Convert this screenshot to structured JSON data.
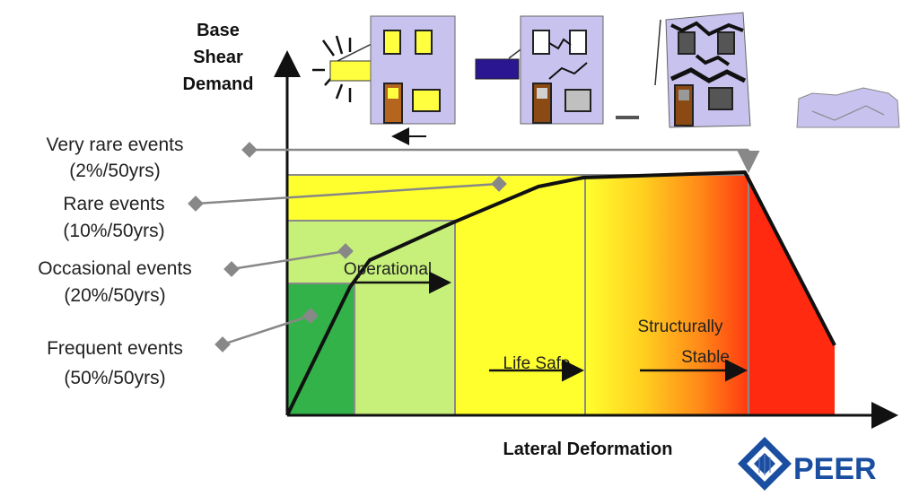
{
  "axes": {
    "y_title_lines": [
      "Base",
      "Shear",
      "Demand"
    ],
    "x_title": "Lateral Deformation"
  },
  "events": [
    {
      "name": "Very rare events",
      "freq": "(2%/50yrs)"
    },
    {
      "name": "Rare events",
      "freq": "(10%/50yrs)"
    },
    {
      "name": "Occasional events",
      "freq": "(20%/50yrs)"
    },
    {
      "name": "Frequent events",
      "freq": "(50%/50yrs)"
    }
  ],
  "performance_levels": {
    "operational": "Operational",
    "life_safe": "Life Safe",
    "structurally_stable_lines": [
      "Structurally",
      "Stable"
    ]
  },
  "logo": {
    "text": "PEER"
  },
  "colors": {
    "dark_green": "#33b24a",
    "light_green": "#c6f07a",
    "yellow": "#ffff2e",
    "orange": "#ff9a20",
    "red": "#ff2a10",
    "building": "#c8c2ee",
    "peer_blue": "#1a4ea0"
  }
}
